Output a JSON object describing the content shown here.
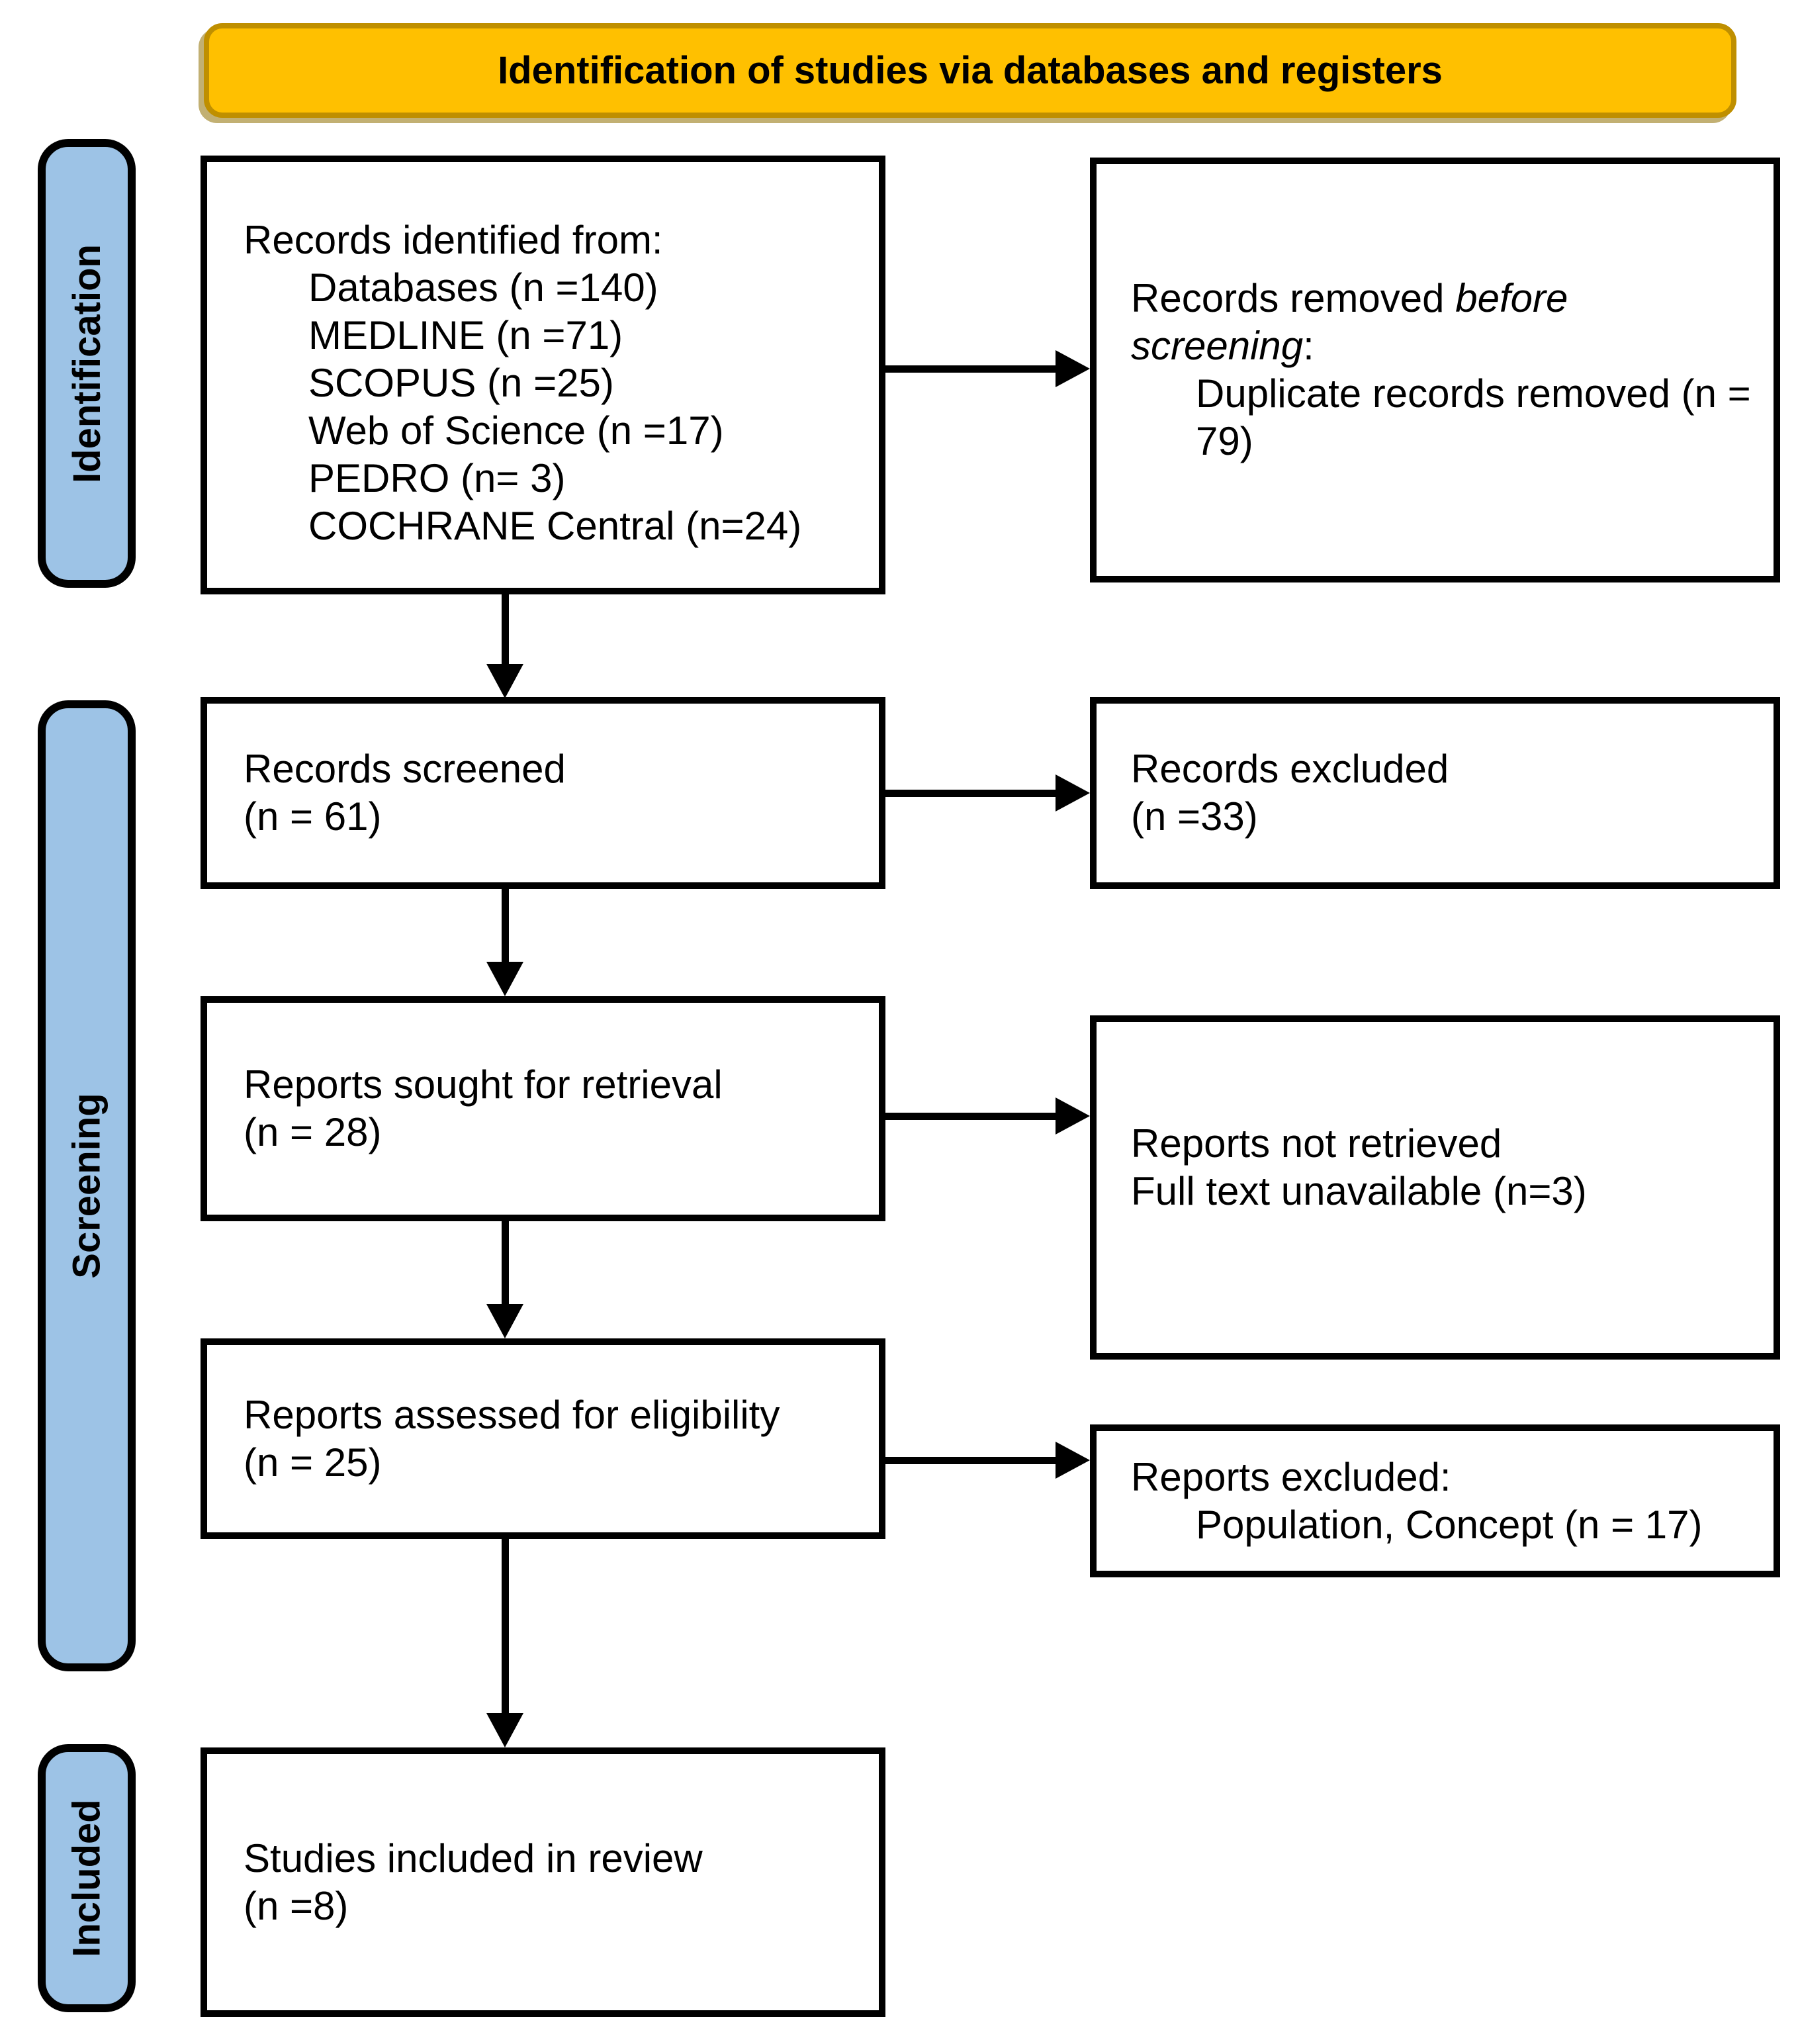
{
  "header": {
    "title": "Identification of studies via databases and registers"
  },
  "sidebar": {
    "identification_label": "Identification",
    "screening_label": "Screening",
    "included_label": "Included"
  },
  "flow": {
    "records_identified": {
      "intro": "Records identified from:",
      "items": [
        "Databases (n =140)",
        "MEDLINE (n =71)",
        "SCOPUS (n =25)",
        "Web of Science (n =17)",
        "PEDRO (n= 3)",
        "COCHRANE Central (n=24)"
      ]
    },
    "records_removed": {
      "line1_normal": "Records removed",
      "line1_italic": "before",
      "line2_italic": "screening",
      "line2_suffix": ":",
      "item": "Duplicate records removed (n = 79)"
    },
    "records_screened": {
      "line1": "Records screened",
      "line2": "(n = 61)"
    },
    "records_excluded": {
      "line1": "Records excluded",
      "line2": "(n =33)"
    },
    "reports_sought": {
      "line1": "Reports sought for retrieval",
      "line2": "(n = 28)"
    },
    "reports_not_retrieved": {
      "line1": "Reports not retrieved",
      "line2": "Full text unavailable (n=3)"
    },
    "reports_assessed": {
      "line1": "Reports assessed for eligibility",
      "line2": "(n = 25)"
    },
    "reports_excluded_box": {
      "line1": "Reports excluded:",
      "item": "Population, Concept (n = 17)"
    },
    "studies_included": {
      "line1": "Studies included in review",
      "line2": "(n =8)"
    }
  },
  "colors": {
    "header_fill": "#FFC000",
    "header_border": "#BF8F00",
    "sidebar_fill": "#9DC3E6",
    "sidebar_border": "#000000",
    "box_border": "#000000",
    "arrow_color": "#000000",
    "text_color": "#000000"
  }
}
